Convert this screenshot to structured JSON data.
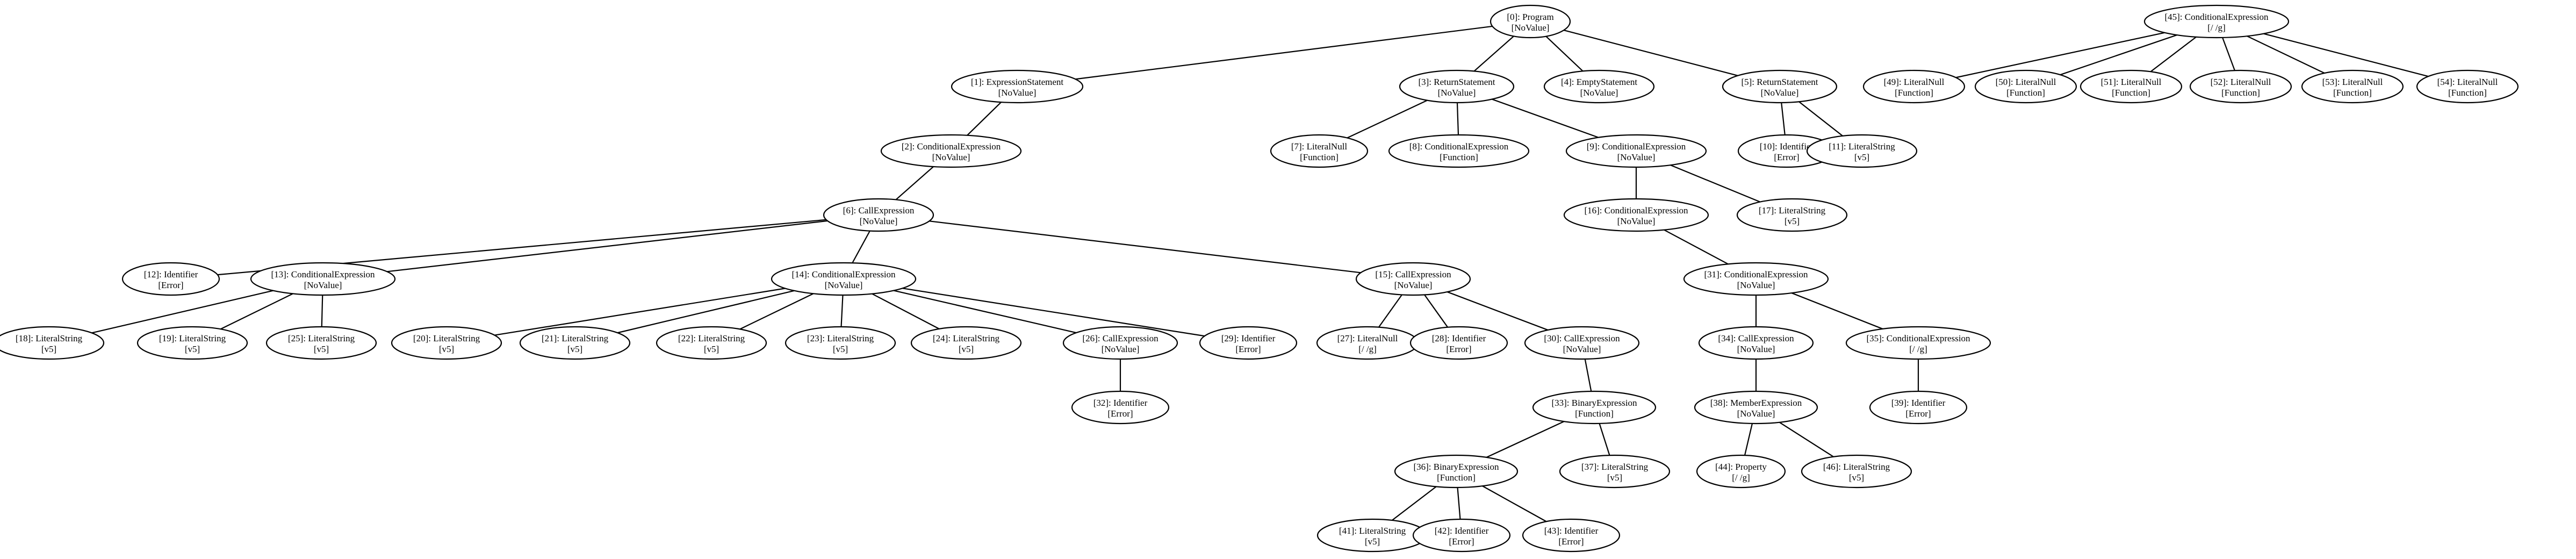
{
  "diagram": {
    "type": "tree",
    "nodes": [
      {
        "id": "0",
        "label": "[0]: Program",
        "value": "[NoValue]"
      },
      {
        "id": "1",
        "label": "[1]: ExpressionStatement",
        "value": "[NoValue]"
      },
      {
        "id": "2",
        "label": "[2]: ConditionalExpression",
        "value": "[NoValue]"
      },
      {
        "id": "3",
        "label": "[3]: ReturnStatement",
        "value": "[NoValue]"
      },
      {
        "id": "4",
        "label": "[4]: EmptyStatement",
        "value": "[NoValue]"
      },
      {
        "id": "5",
        "label": "[5]: ReturnStatement",
        "value": "[NoValue]"
      },
      {
        "id": "6",
        "label": "[6]: CallExpression",
        "value": "[NoValue]"
      },
      {
        "id": "7",
        "label": "[7]: LiteralNull",
        "value": "[Function]"
      },
      {
        "id": "8",
        "label": "[8]: ConditionalExpression",
        "value": "[Function]"
      },
      {
        "id": "9",
        "label": "[9]: ConditionalExpression",
        "value": "[NoValue]"
      },
      {
        "id": "10",
        "label": "[10]: Identifier",
        "value": "[Error]"
      },
      {
        "id": "11",
        "label": "[11]: LiteralString",
        "value": "[v5]"
      },
      {
        "id": "12",
        "label": "[12]: Identifier",
        "value": "[Error]"
      },
      {
        "id": "13",
        "label": "[13]: ConditionalExpression",
        "value": "[NoValue]"
      },
      {
        "id": "14",
        "label": "[14]: ConditionalExpression",
        "value": "[NoValue]"
      },
      {
        "id": "15",
        "label": "[15]: CallExpression",
        "value": "[NoValue]"
      },
      {
        "id": "16",
        "label": "[16]: ConditionalExpression",
        "value": "[NoValue]"
      },
      {
        "id": "17",
        "label": "[17]: LiteralString",
        "value": "[v5]"
      },
      {
        "id": "18",
        "label": "[18]: LiteralString",
        "value": "[v5]"
      },
      {
        "id": "19",
        "label": "[19]: LiteralString",
        "value": "[v5]"
      },
      {
        "id": "25",
        "label": "[25]: LiteralString",
        "value": "[v5]"
      },
      {
        "id": "20",
        "label": "[20]: LiteralString",
        "value": "[v5]"
      },
      {
        "id": "21",
        "label": "[21]: LiteralString",
        "value": "[v5]"
      },
      {
        "id": "22",
        "label": "[22]: LiteralString",
        "value": "[v5]"
      },
      {
        "id": "23",
        "label": "[23]: LiteralString",
        "value": "[v5]"
      },
      {
        "id": "24",
        "label": "[24]: LiteralString",
        "value": "[v5]"
      },
      {
        "id": "26",
        "label": "[26]: CallExpression",
        "value": "[NoValue]"
      },
      {
        "id": "29",
        "label": "[29]: Identifier",
        "value": "[Error]"
      },
      {
        "id": "27",
        "label": "[27]: LiteralNull",
        "value": "[/ /g]"
      },
      {
        "id": "28",
        "label": "[28]: Identifier",
        "value": "[Error]"
      },
      {
        "id": "30",
        "label": "[30]: CallExpression",
        "value": "[NoValue]"
      },
      {
        "id": "31",
        "label": "[31]: ConditionalExpression",
        "value": "[NoValue]"
      },
      {
        "id": "32",
        "label": "[32]: Identifier",
        "value": "[Error]"
      },
      {
        "id": "33",
        "label": "[33]: BinaryExpression",
        "value": "[Function]"
      },
      {
        "id": "34",
        "label": "[34]: CallExpression",
        "value": "[NoValue]"
      },
      {
        "id": "35",
        "label": "[35]: ConditionalExpression",
        "value": "[/ /g]"
      },
      {
        "id": "36",
        "label": "[36]: BinaryExpression",
        "value": "[Function]"
      },
      {
        "id": "37",
        "label": "[37]: LiteralString",
        "value": "[v5]"
      },
      {
        "id": "38",
        "label": "[38]: MemberExpression",
        "value": "[NoValue]"
      },
      {
        "id": "39",
        "label": "[39]: Identifier",
        "value": "[Error]"
      },
      {
        "id": "41",
        "label": "[41]: LiteralString",
        "value": "[v5]"
      },
      {
        "id": "42",
        "label": "[42]: Identifier",
        "value": "[Error]"
      },
      {
        "id": "43",
        "label": "[43]: Identifier",
        "value": "[Error]"
      },
      {
        "id": "44",
        "label": "[44]: Property",
        "value": "[/ /g]"
      },
      {
        "id": "46",
        "label": "[46]: LiteralString",
        "value": "[v5]"
      },
      {
        "id": "45",
        "label": "[45]: ConditionalExpression",
        "value": "[/ /g]"
      },
      {
        "id": "49",
        "label": "[49]: LiteralNull",
        "value": "[Function]"
      },
      {
        "id": "50",
        "label": "[50]: LiteralNull",
        "value": "[Function]"
      },
      {
        "id": "51",
        "label": "[51]: LiteralNull",
        "value": "[Function]"
      },
      {
        "id": "52",
        "label": "[52]: LiteralNull",
        "value": "[Function]"
      },
      {
        "id": "53",
        "label": "[53]: LiteralNull",
        "value": "[Function]"
      },
      {
        "id": "54",
        "label": "[54]: LiteralNull",
        "value": "[Function]"
      }
    ],
    "edges": [
      [
        "0",
        "1"
      ],
      [
        "0",
        "3"
      ],
      [
        "0",
        "4"
      ],
      [
        "0",
        "5"
      ],
      [
        "1",
        "2"
      ],
      [
        "2",
        "6"
      ],
      [
        "3",
        "7"
      ],
      [
        "3",
        "8"
      ],
      [
        "3",
        "9"
      ],
      [
        "5",
        "10"
      ],
      [
        "5",
        "11"
      ],
      [
        "6",
        "12"
      ],
      [
        "6",
        "13"
      ],
      [
        "6",
        "14"
      ],
      [
        "6",
        "15"
      ],
      [
        "9",
        "16"
      ],
      [
        "9",
        "17"
      ],
      [
        "13",
        "18"
      ],
      [
        "13",
        "19"
      ],
      [
        "13",
        "25"
      ],
      [
        "14",
        "20"
      ],
      [
        "14",
        "21"
      ],
      [
        "14",
        "22"
      ],
      [
        "14",
        "23"
      ],
      [
        "14",
        "24"
      ],
      [
        "14",
        "26"
      ],
      [
        "14",
        "29"
      ],
      [
        "15",
        "27"
      ],
      [
        "15",
        "28"
      ],
      [
        "15",
        "30"
      ],
      [
        "16",
        "31"
      ],
      [
        "26",
        "32"
      ],
      [
        "30",
        "33"
      ],
      [
        "31",
        "34"
      ],
      [
        "31",
        "35"
      ],
      [
        "33",
        "36"
      ],
      [
        "33",
        "37"
      ],
      [
        "34",
        "38"
      ],
      [
        "35",
        "39"
      ],
      [
        "36",
        "41"
      ],
      [
        "36",
        "42"
      ],
      [
        "36",
        "43"
      ],
      [
        "38",
        "44"
      ],
      [
        "38",
        "46"
      ],
      [
        "45",
        "49"
      ],
      [
        "45",
        "50"
      ],
      [
        "45",
        "51"
      ],
      [
        "45",
        "52"
      ],
      [
        "45",
        "53"
      ],
      [
        "45",
        "54"
      ]
    ]
  }
}
